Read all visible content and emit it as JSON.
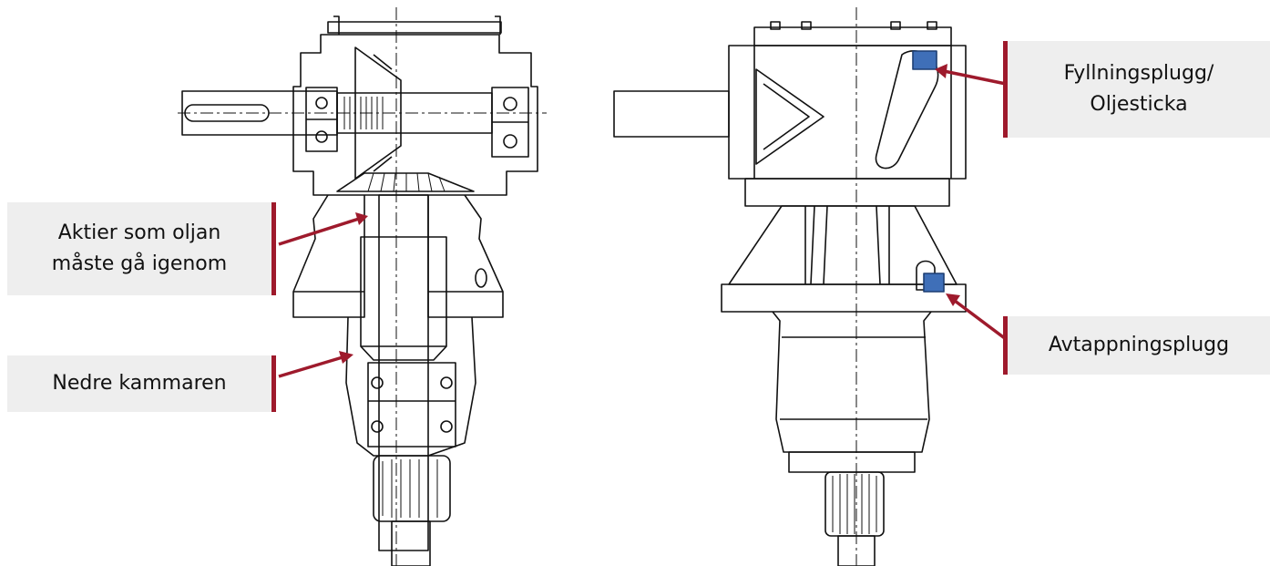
{
  "colors": {
    "accent": "#9e1a2c",
    "label_bg": "#eeeeee",
    "line": "#111111",
    "plug": "#3f6fb8"
  },
  "labels": {
    "passages": {
      "line1": "Aktier som oljan",
      "line2": "måste gå igenom"
    },
    "lower_chamber": {
      "text": "Nedre kammaren"
    },
    "fill_plug": {
      "line1": "Fyllningsplugg/",
      "line2": "Oljesticka"
    },
    "drain_plug": {
      "text": "Avtappningsplugg"
    }
  }
}
